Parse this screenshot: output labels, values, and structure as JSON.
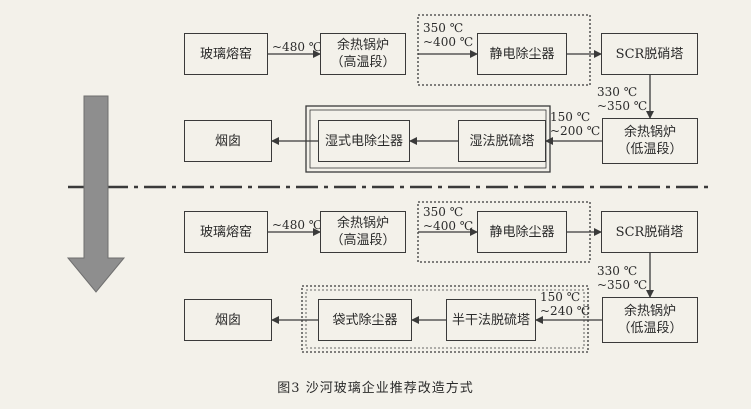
{
  "section1": {
    "furnace": "玻璃熔窑",
    "t_furnace_whb": "~480 ℃",
    "whb_high": [
      "余热锅炉",
      "（高温段）"
    ],
    "t_whb_esp": [
      "350 ℃",
      "~400 ℃"
    ],
    "esp": "静电除尘器",
    "scr": "SCR脱硝塔",
    "t_scr_whb": [
      "330 ℃",
      "~350 ℃"
    ],
    "whb_low": [
      "余热锅炉",
      "（低温段）"
    ],
    "t_whb_desulf": [
      "150 ℃",
      "~200 ℃"
    ],
    "desulf": "湿法脱硫塔",
    "wesp": "湿式电除尘器",
    "chimney": "烟囱"
  },
  "section2": {
    "furnace": "玻璃熔窑",
    "t_furnace_whb": "~480 ℃",
    "whb_high": [
      "余热锅炉",
      "（高温段）"
    ],
    "t_whb_esp": [
      "350 ℃",
      "~400 ℃"
    ],
    "esp": "静电除尘器",
    "scr": "SCR脱硝塔",
    "t_scr_whb": [
      "330 ℃",
      "~350 ℃"
    ],
    "whb_low": [
      "余热锅炉",
      "（低温段）"
    ],
    "t_whb_desulf": [
      "150 ℃",
      "~240 ℃"
    ],
    "desulf": "半干法脱硫塔",
    "bag": "袋式除尘器",
    "chimney": "烟囱"
  },
  "caption": "图3   沙河玻璃企业推荐改造方式",
  "colors": {
    "line": "#3a3a3a",
    "bigArrowFill": "#8e8e8e",
    "background": "#f3f1ea"
  }
}
